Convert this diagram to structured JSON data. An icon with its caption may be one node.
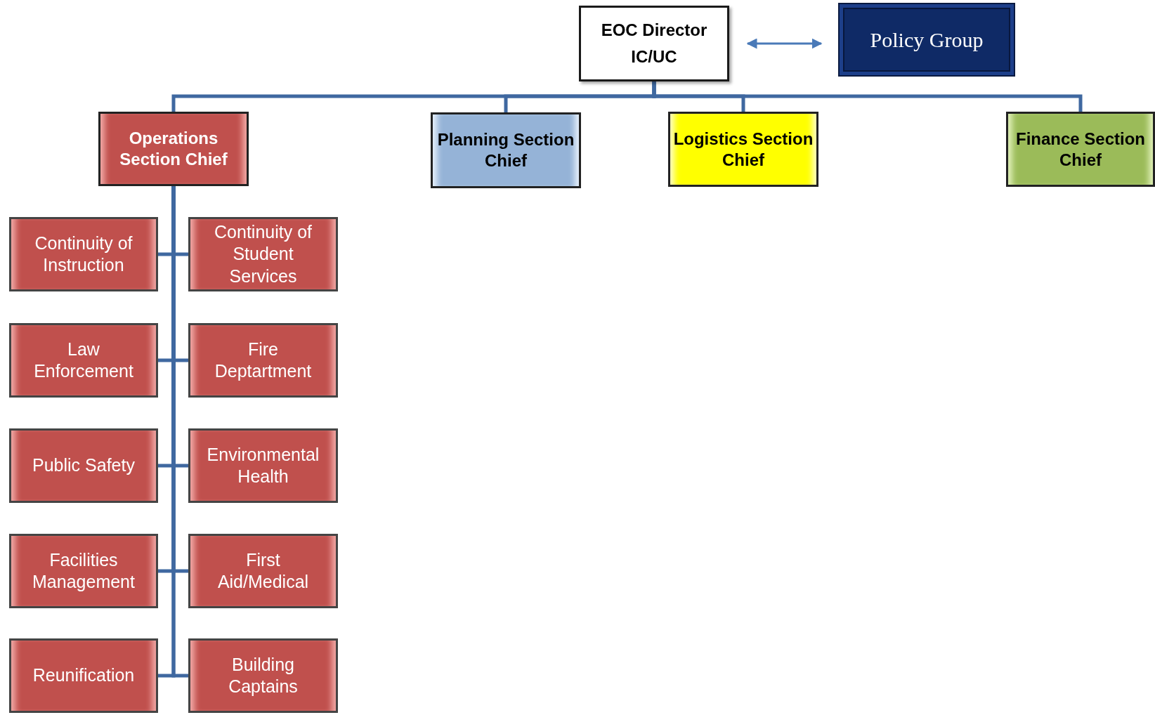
{
  "diagram": {
    "nodes": [
      {
        "text": [
          "EOC Director",
          "IC/UC"
        ]
      },
      {
        "text": [
          "Policy Group"
        ]
      },
      {
        "text": [
          "Operations Section Chief"
        ]
      },
      {
        "text": [
          "Planning Section Chief"
        ]
      },
      {
        "text": [
          "Logistics Section Chief"
        ]
      },
      {
        "text": [
          "Finance Section Chief"
        ]
      },
      {
        "text": [
          "Continuity of Instruction"
        ]
      },
      {
        "text": [
          "Continuity of Student Services"
        ]
      },
      {
        "text": [
          "Law Enforcement"
        ]
      },
      {
        "text": [
          "Fire Deptartment"
        ]
      },
      {
        "text": [
          "Public Safety"
        ]
      },
      {
        "text": [
          "Environmental Health"
        ]
      },
      {
        "text": [
          "Facilities Management"
        ]
      },
      {
        "text": [
          "First Aid/Medical"
        ]
      },
      {
        "text": [
          "Reunification"
        ]
      },
      {
        "text": [
          "Building Captains"
        ]
      }
    ],
    "edges": [
      {
        "from": 0,
        "to": 1,
        "arrow": "both"
      },
      {
        "from": 0,
        "to": 2,
        "arrow": "none"
      },
      {
        "from": 0,
        "to": 3,
        "arrow": "none"
      },
      {
        "from": 0,
        "to": 4,
        "arrow": "none"
      },
      {
        "from": 0,
        "to": 5,
        "arrow": "none"
      },
      {
        "from": 2,
        "to": 6,
        "arrow": "none"
      },
      {
        "from": 2,
        "to": 7,
        "arrow": "none"
      },
      {
        "from": 2,
        "to": 8,
        "arrow": "none"
      },
      {
        "from": 2,
        "to": 9,
        "arrow": "none"
      },
      {
        "from": 2,
        "to": 10,
        "arrow": "none"
      },
      {
        "from": 2,
        "to": 11,
        "arrow": "none"
      },
      {
        "from": 2,
        "to": 12,
        "arrow": "none"
      },
      {
        "from": 2,
        "to": 13,
        "arrow": "none"
      },
      {
        "from": 2,
        "to": 14,
        "arrow": "none"
      },
      {
        "from": 2,
        "to": 15,
        "arrow": "none"
      }
    ]
  }
}
